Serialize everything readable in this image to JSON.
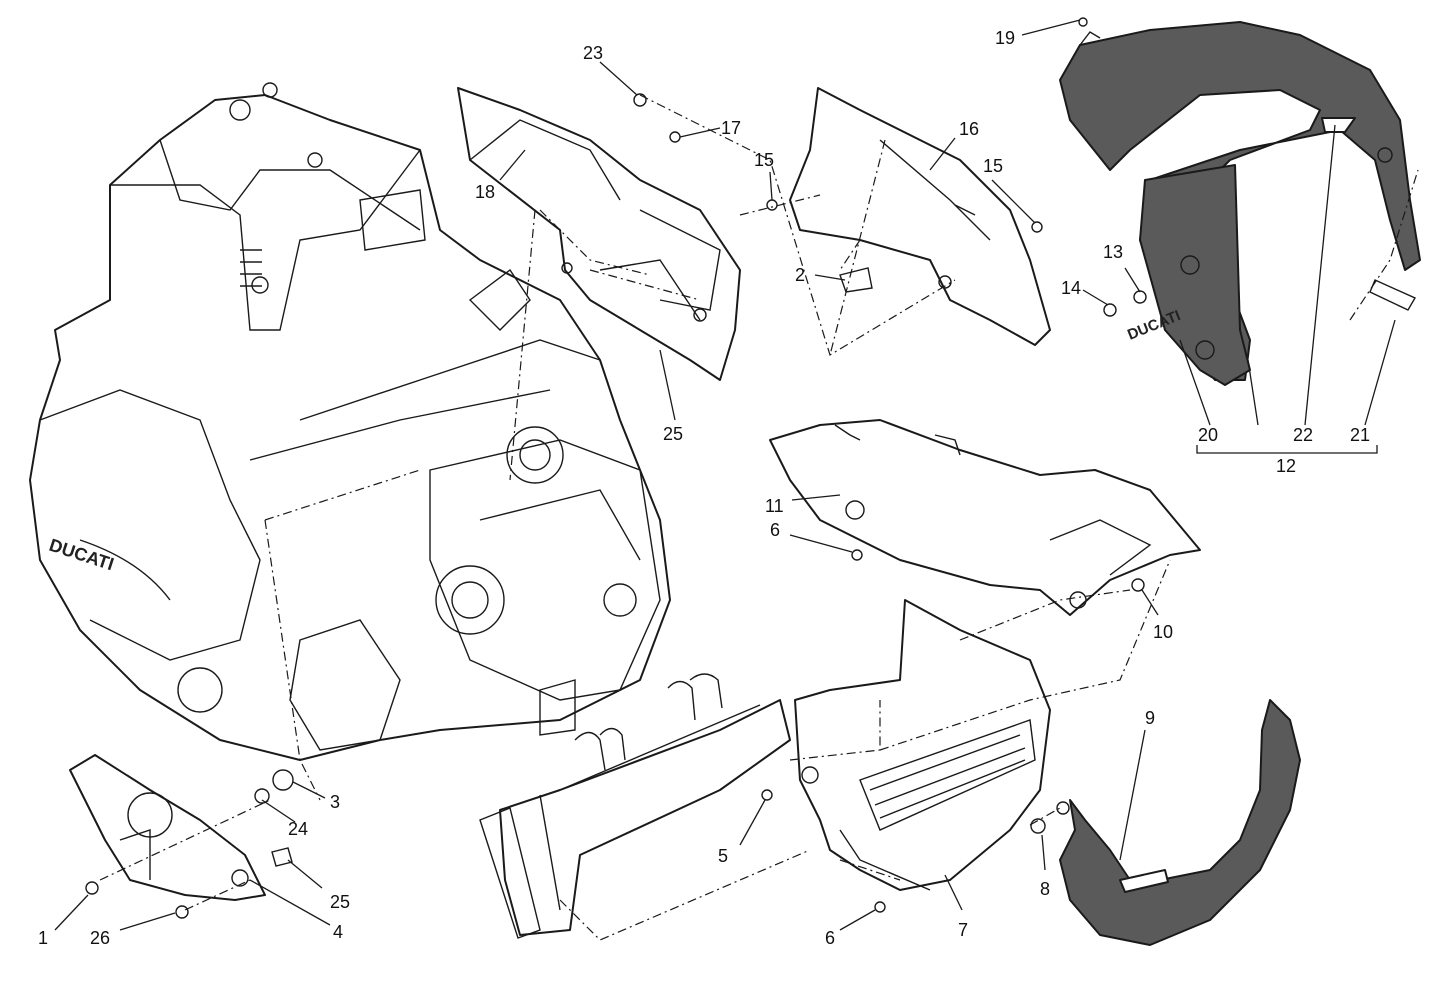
{
  "callouts": [
    {
      "id": "c1",
      "label": "1"
    },
    {
      "id": "c2",
      "label": "2"
    },
    {
      "id": "c3",
      "label": "3"
    },
    {
      "id": "c4",
      "label": "4"
    },
    {
      "id": "c5",
      "label": "5"
    },
    {
      "id": "c6a",
      "label": "6"
    },
    {
      "id": "c6b",
      "label": "6"
    },
    {
      "id": "c7",
      "label": "7"
    },
    {
      "id": "c8",
      "label": "8"
    },
    {
      "id": "c9",
      "label": "9"
    },
    {
      "id": "c10",
      "label": "10"
    },
    {
      "id": "c11",
      "label": "11"
    },
    {
      "id": "c12",
      "label": "12"
    },
    {
      "id": "c13",
      "label": "13"
    },
    {
      "id": "c14",
      "label": "14"
    },
    {
      "id": "c15a",
      "label": "15"
    },
    {
      "id": "c15b",
      "label": "15"
    },
    {
      "id": "c16",
      "label": "16"
    },
    {
      "id": "c17",
      "label": "17"
    },
    {
      "id": "c18",
      "label": "18"
    },
    {
      "id": "c19",
      "label": "19"
    },
    {
      "id": "c20",
      "label": "20"
    },
    {
      "id": "c21",
      "label": "21"
    },
    {
      "id": "c22",
      "label": "22"
    },
    {
      "id": "c23",
      "label": "23"
    },
    {
      "id": "c24",
      "label": "24"
    },
    {
      "id": "c25a",
      "label": "25"
    },
    {
      "id": "c25b",
      "label": "25"
    },
    {
      "id": "c26",
      "label": "26"
    }
  ],
  "branding": {
    "engine_logo": "DUCATI",
    "decal_logo": "DUCATI"
  },
  "colors": {
    "line": "#1a1a1a",
    "fairing_fill": "#5a5a5a",
    "background": "#ffffff"
  }
}
